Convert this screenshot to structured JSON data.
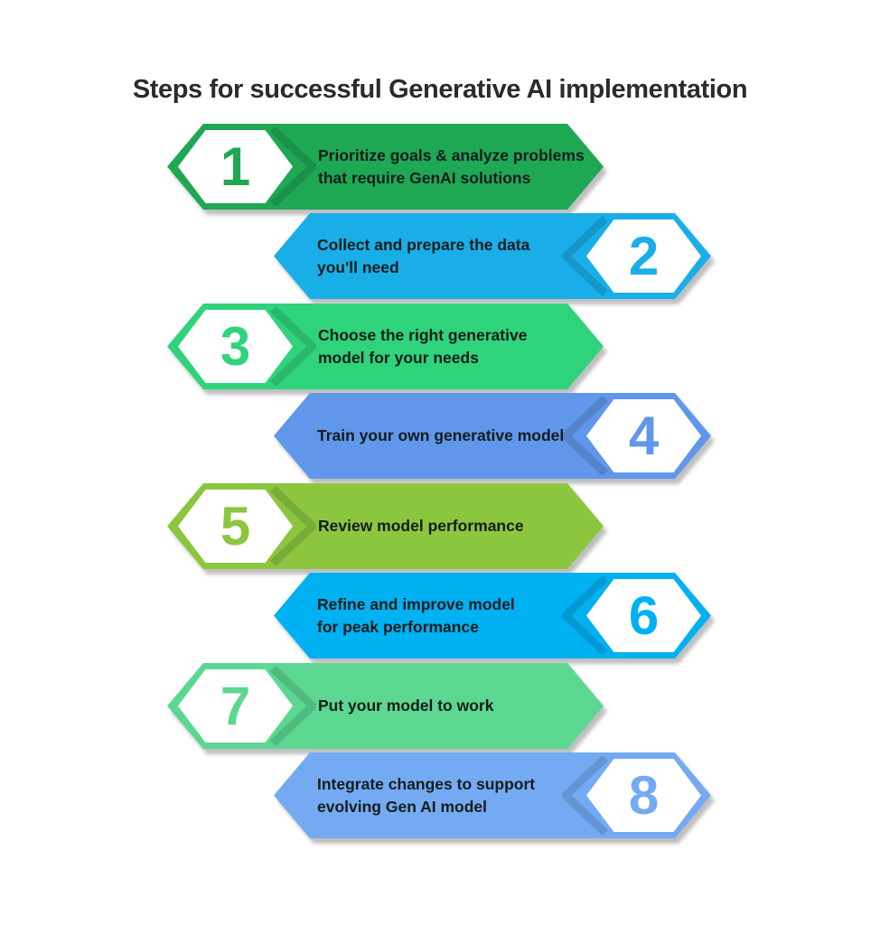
{
  "title": "Steps for successful Generative AI implementation",
  "palette": {
    "background": "#ffffff",
    "title_text": "#2b2b2b",
    "step_text": "#141c1c",
    "badge_fill": "#ffffff"
  },
  "steps": [
    {
      "number": "1",
      "color": "#1fa854",
      "badge_side": "left",
      "lines": [
        "Prioritize goals & analyze problems",
        "that require GenAI solutions"
      ]
    },
    {
      "number": "2",
      "color": "#1aaee8",
      "badge_side": "right",
      "lines": [
        "Collect and prepare the data",
        "you'll need"
      ]
    },
    {
      "number": "3",
      "color": "#2fd37b",
      "badge_side": "left",
      "lines": [
        "Choose the right generative",
        "model for your needs"
      ]
    },
    {
      "number": "4",
      "color": "#6097ea",
      "badge_side": "right",
      "lines": [
        "Train your own generative model"
      ]
    },
    {
      "number": "5",
      "color": "#8cc63f",
      "badge_side": "left",
      "lines": [
        "Review model performance"
      ]
    },
    {
      "number": "6",
      "color": "#00b1f2",
      "badge_side": "right",
      "lines": [
        "Refine and improve model",
        "for peak performance"
      ]
    },
    {
      "number": "7",
      "color": "#5cd792",
      "badge_side": "left",
      "lines": [
        "Put your model to work"
      ]
    },
    {
      "number": "8",
      "color": "#74aaf2",
      "badge_side": "right",
      "lines": [
        "Integrate changes to support",
        "evolving Gen AI model"
      ]
    }
  ]
}
